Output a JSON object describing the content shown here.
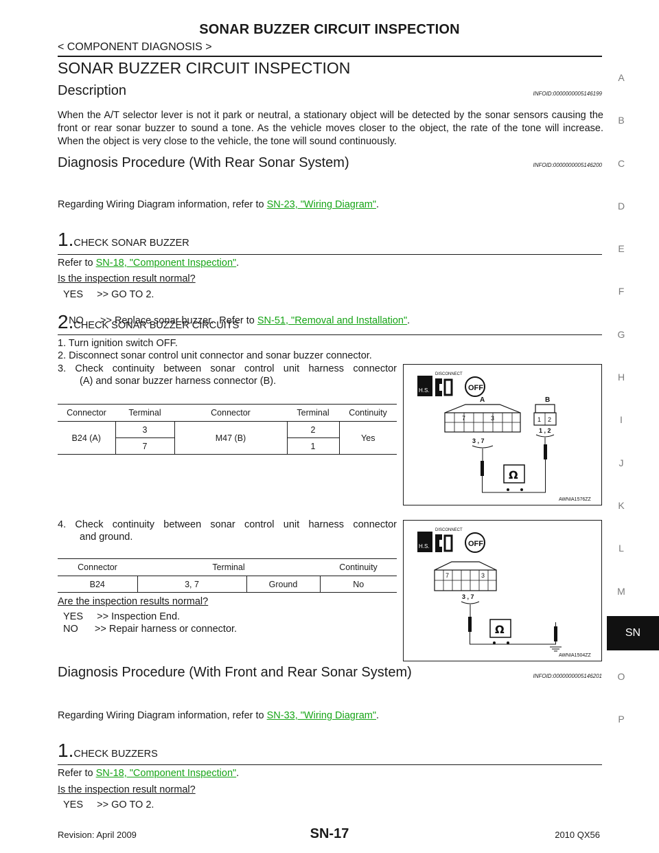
{
  "header": {
    "title": "SONAR BUZZER CIRCUIT INSPECTION",
    "breadcrumb": "< COMPONENT DIAGNOSIS >",
    "page_number": "SN-17"
  },
  "section_title": "SONAR BUZZER CIRCUIT INSPECTION",
  "description": {
    "heading": "Description",
    "infoid": "INFOID:0000000005146199",
    "text": "When the A/T selector lever is not it park or neutral, a stationary object will be detected by the sonar sensors causing the front or rear sonar buzzer to sound a tone. As the vehicle moves closer to the object, the rate of the tone will increase.  When the object is very close to the vehicle, the tone will sound continuously."
  },
  "proc_rear": {
    "heading": "Diagnosis Procedure (With Rear Sonar System)",
    "infoid": "INFOID:0000000005146200",
    "wiring_prefix": "Regarding Wiring Diagram information, refer to ",
    "wiring_link": "SN-23, \"Wiring Diagram\"",
    "wiring_suffix": ".",
    "step1": {
      "num": "1.",
      "title": "CHECK SONAR BUZZER",
      "refer_prefix": "Refer to ",
      "refer_link": "SN-18, \"Component Inspection\"",
      "refer_suffix": ".",
      "question": "Is the inspection result normal?",
      "yes": "YES     >> GO TO 2.",
      "no_prefix": "NO      >> Replace sonar buzzer.  Refer to ",
      "no_link": "SN-51, \"Removal and Installation\"",
      "no_suffix": "."
    },
    "step2": {
      "num": "2.",
      "title": "CHECK SONAR BUZZER CIRCUITS",
      "items": [
        "1.  Turn ignition switch OFF.",
        "2.  Disconnect sonar control unit connector and sonar buzzer connector."
      ],
      "item3_line1": "3.  Check continuity between sonar control unit harness connector",
      "item3_line2": "(A) and sonar buzzer harness connector (B).",
      "table1": {
        "headers": [
          "Connector",
          "Terminal",
          "Connector",
          "Terminal",
          "Continuity"
        ],
        "conn_a": "B24 (A)",
        "term_a": [
          "3",
          "7"
        ],
        "conn_b": "M47 (B)",
        "term_b": [
          "2",
          "1"
        ],
        "continuity": "Yes"
      },
      "item4_line1": "4.  Check continuity between sonar control unit harness connector",
      "item4_line2": "and ground.",
      "table2": {
        "headers": [
          "Connector",
          "Terminal",
          "Continuity"
        ],
        "row": [
          "B24",
          "3, 7",
          "Ground",
          "No"
        ]
      },
      "question": "Are the inspection results normal?",
      "yes": "YES     >> Inspection End.",
      "no": "NO      >> Repair harness or connector."
    },
    "diagram1": {
      "code": "AWNIA1576ZZ",
      "disconnect": "DISCONNECT",
      "hs": "H.S.",
      "off": "OFF",
      "label_a": "A",
      "label_b": "B",
      "pins_a_left": "7",
      "pins_a_right": "3",
      "pins_a_bottom": "3 , 7",
      "pins_b": [
        "1",
        "2"
      ],
      "pins_b_bottom": "1 , 2",
      "ohm": "Ω"
    },
    "diagram2": {
      "code": "AWNIA1504ZZ",
      "disconnect": "DISCONNECT",
      "hs": "H.S.",
      "off": "OFF",
      "pins_left": "7",
      "pins_right": "3",
      "pins_bottom": "3 , 7",
      "ohm": "Ω"
    }
  },
  "proc_front_rear": {
    "heading": "Diagnosis Procedure (With Front and Rear Sonar System)",
    "infoid": "INFOID:0000000005146201",
    "wiring_prefix": "Regarding Wiring Diagram information, refer to ",
    "wiring_link": "SN-33, \"Wiring Diagram\"",
    "wiring_suffix": ".",
    "step1": {
      "num": "1.",
      "title": "CHECK BUZZERS",
      "refer_prefix": "Refer to ",
      "refer_link": "SN-18, \"Component Inspection\"",
      "refer_suffix": ".",
      "question": "Is the inspection result normal?",
      "yes": "YES     >> GO TO 2."
    }
  },
  "side_index": [
    "A",
    "B",
    "C",
    "D",
    "E",
    "F",
    "G",
    "H",
    "I",
    "J",
    "K",
    "L",
    "M",
    "SN",
    "O",
    "P"
  ],
  "footer": {
    "revision": "Revision: April 2009",
    "model": "2010 QX56"
  }
}
